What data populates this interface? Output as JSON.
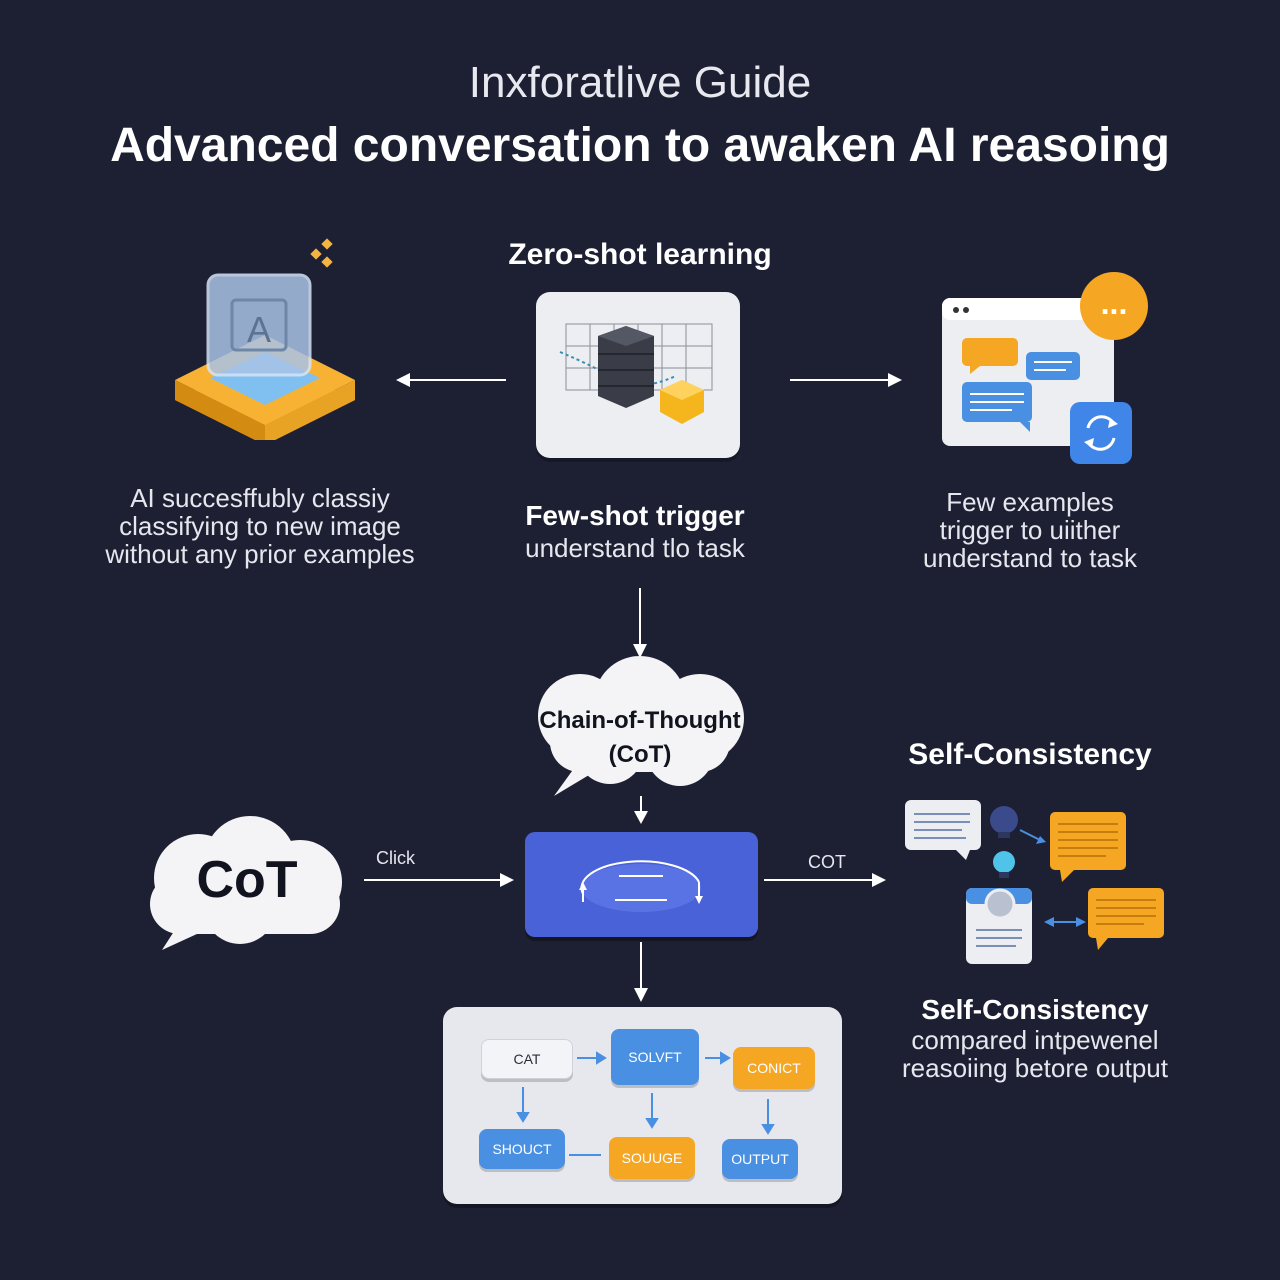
{
  "header": {
    "subtitle": "Inxforatlive Guide",
    "title": "Advanced conversation to awaken AI reasoing"
  },
  "zero_shot": {
    "heading": "Zero-shot learning",
    "caption_heading": "Few-shot trigger",
    "caption_body": "understand tlo task"
  },
  "left_panel": {
    "icon_letter": "A",
    "lines": [
      "AI succesffubly classiy",
      "classifying to new image",
      "without any prior examples"
    ]
  },
  "right_panel": {
    "chat_dots": "...",
    "lines": [
      "Few examples",
      "trigger to uiither",
      "understand to task"
    ]
  },
  "cot_cloud": {
    "line1": "Chain-of-Thought",
    "line2": "(CoT)"
  },
  "cot_big": {
    "label": "CoT"
  },
  "arrows": {
    "click_label": "Click",
    "cot_label": "COT"
  },
  "self_consistency": {
    "heading": "Self-Consistency",
    "caption_heading": "Self-Consistency",
    "caption_lines": [
      "compared intpewenel",
      "reasoiing betore output"
    ]
  },
  "flow": {
    "cat": "CAT",
    "solvt": "SOLVFT",
    "conict": "CONICT",
    "shouct": "SHOUCT",
    "souuge": "SOUUGE",
    "output": "OUTPUT"
  },
  "colors": {
    "background": "#1d2033",
    "accent_blue": "#4a90e2",
    "accent_orange": "#f5a623",
    "process_blue": "#4a62d8"
  }
}
